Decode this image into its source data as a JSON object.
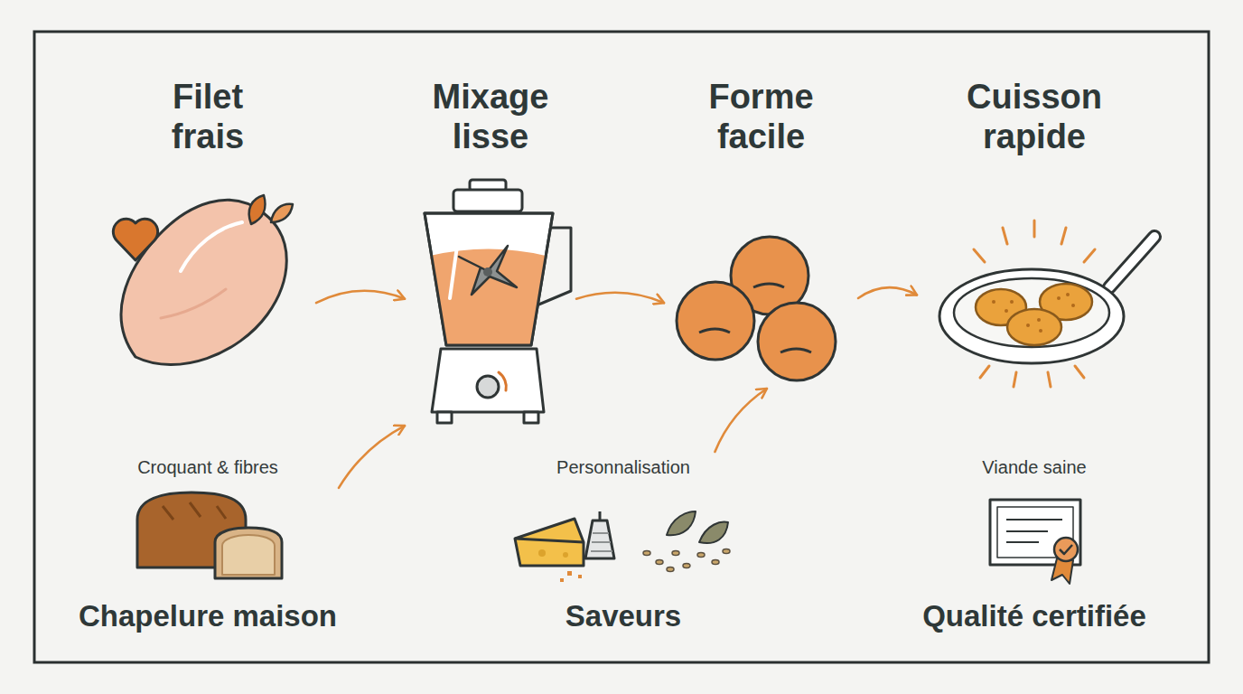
{
  "diagram": {
    "nodes": [
      {
        "text": [
          "Filet frais"
        ]
      },
      {
        "text": [
          "Mixage lisse"
        ]
      },
      {
        "text": [
          "Forme facile"
        ]
      },
      {
        "text": [
          "Cuisson rapide"
        ]
      },
      {
        "text": [
          "Croquant & fibres",
          "Chapelure maison"
        ]
      },
      {
        "text": [
          "Personnalisation",
          "Saveurs"
        ]
      },
      {
        "text": [
          "Viande saine",
          "Qualité certifiée"
        ]
      }
    ],
    "edges": [
      {
        "from": 0,
        "to": 1,
        "arrow": "to"
      },
      {
        "from": 4,
        "to": 1,
        "arrow": "to"
      },
      {
        "from": 1,
        "to": 2,
        "arrow": "to"
      },
      {
        "from": 5,
        "to": 2,
        "arrow": "to"
      },
      {
        "from": 2,
        "to": 3,
        "arrow": "to"
      }
    ]
  }
}
